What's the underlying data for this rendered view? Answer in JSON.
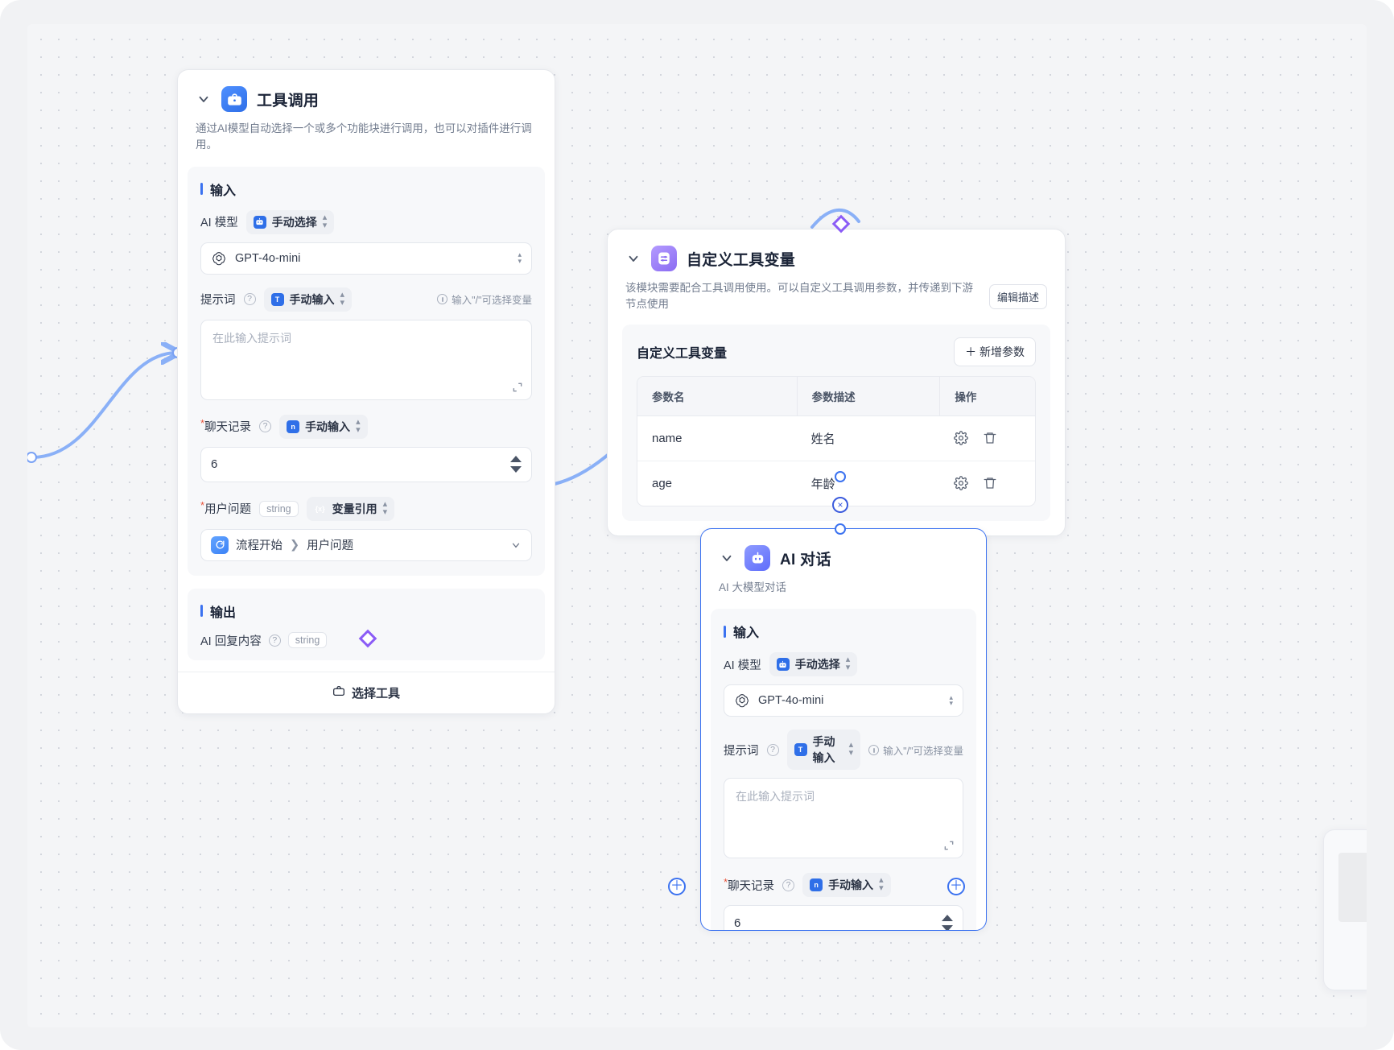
{
  "canvas": {
    "background": "#f4f5f7",
    "edge_color": "#8ab0f7"
  },
  "nodes": [
    {
      "id": "tool-call",
      "title": "工具调用",
      "icon": "toolbox-icon",
      "description": "通过AI模型自动选择一个或多个功能块进行调用，也可以对插件进行调用。",
      "input_section_title": "输入",
      "output_section_title": "输出",
      "fields": {
        "ai_model_label": "AI 模型",
        "ai_model_mode": "手动选择",
        "ai_model_value": "GPT-4o-mini",
        "prompt_label": "提示词",
        "prompt_mode": "手动输入",
        "prompt_hint": "输入\"/\"可选择变量",
        "prompt_placeholder": "在此输入提示词",
        "history_label": "聊天记录",
        "history_mode": "手动输入",
        "history_value": "6",
        "user_question_label": "用户问题",
        "user_question_type": "string",
        "user_question_mode": "变量引用",
        "user_question_ref_node": "流程开始",
        "user_question_ref_field": "用户问题"
      },
      "output": {
        "label": "AI 回复内容",
        "type": "string"
      },
      "footer_button": "选择工具"
    },
    {
      "id": "custom-tool-variable",
      "title": "自定义工具变量",
      "icon": "sliders-icon",
      "description": "该模块需要配合工具调用使用。可以自定义工具调用参数，并传递到下游节点使用",
      "edit_desc_button": "编辑描述",
      "panel_title": "自定义工具变量",
      "add_button": "＋ 新增参数",
      "table": {
        "columns": [
          "参数名",
          "参数描述",
          "操作"
        ],
        "rows": [
          {
            "name": "name",
            "desc": "姓名",
            "actions": [
              "gear-icon",
              "trash-icon"
            ]
          },
          {
            "name": "age",
            "desc": "年龄",
            "actions": [
              "gear-icon",
              "trash-icon"
            ]
          }
        ]
      }
    },
    {
      "id": "ai-chat",
      "title": "AI 对话",
      "icon": "robot-icon",
      "description": "AI 大模型对话",
      "selected": true,
      "input_section_title": "输入",
      "fields": {
        "ai_model_label": "AI 模型",
        "ai_model_mode": "手动选择",
        "ai_model_value": "GPT-4o-mini",
        "prompt_label": "提示词",
        "prompt_mode": "手动输入",
        "prompt_hint": "输入\"/\"可选择变量",
        "prompt_placeholder": "在此输入提示词",
        "history_label": "聊天记录",
        "history_mode": "手动输入",
        "history_value": "6"
      }
    }
  ]
}
